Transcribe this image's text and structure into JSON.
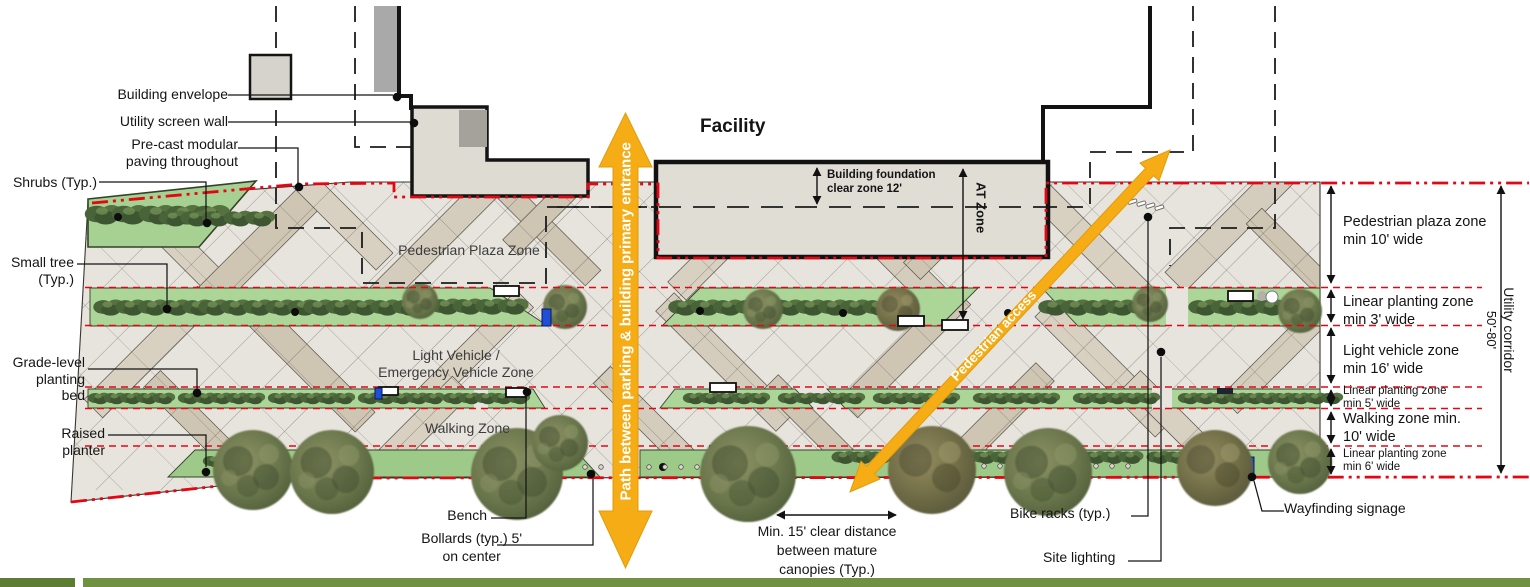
{
  "diagram": {
    "left_labels": {
      "building_envelope": "Building envelope",
      "utility_screen_wall": "Utility screen wall",
      "precast": [
        "Pre-cast modular",
        "paving throughout"
      ],
      "shrubs": "Shrubs (Typ.)",
      "small_tree": [
        "Small tree",
        "(Typ.)"
      ],
      "grade_level": [
        "Grade-level",
        "planting",
        "bed"
      ],
      "raised_planter": [
        "Raised",
        "planter"
      ]
    },
    "plan": {
      "facility": "Facility",
      "foundation": [
        "Building foundation",
        "clear zone 12'"
      ],
      "at_zone": "AT Zone",
      "plaza_zone": "Pedestrian Plaza Zone",
      "vehicle_zone": [
        "Light Vehicle /",
        "Emergency Vehicle Zone"
      ],
      "walking_zone": "Walking Zone",
      "path_arrow": "Path between parking & building primary entrance",
      "pedestrian_access": "Pedestrian access"
    },
    "right_labels": {
      "zones": [
        [
          "Pedestrian plaza zone",
          "min 10' wide"
        ],
        [
          "Linear planting zone",
          "min 3' wide"
        ],
        [
          "Light vehicle zone",
          "min 16' wide"
        ],
        [
          "Linear planting zone",
          "min 5' wide"
        ],
        [
          "Walking zone min.",
          "10' wide"
        ],
        [
          "Linear planting zone",
          "min 6' wide"
        ]
      ],
      "utility_corridor": "Utility corridor",
      "corridor_range": "50'-80'"
    },
    "bottom_labels": {
      "bench": "Bench",
      "bollards": [
        "Bollards (typ.) 5'",
        "on center"
      ],
      "min_clear": [
        "Min. 15' clear distance",
        "between mature",
        "canopies (Typ.)"
      ],
      "bike_racks": "Bike racks (typ.)",
      "site_lighting": "Site lighting",
      "wayfinding": "Wayfinding signage"
    },
    "colors": {
      "boundary_red": "#e30613",
      "arrow_yellow": "#f6ac15",
      "planting_green": "#a6d193",
      "shrub_green": "#4a643a",
      "paving_beige": "#e7e4de",
      "footer_olive": "#70913f"
    }
  }
}
